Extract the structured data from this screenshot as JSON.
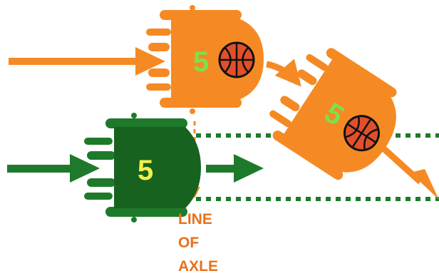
{
  "colors": {
    "orange": "#f58a24",
    "green": "#1e7a2a",
    "dark_green": "#17621f",
    "number_green": "#7ee04a",
    "number_yellow": "#f4f04a",
    "ball_red": "#e0502a",
    "label_orange": "#e8711c",
    "background": "#ffffff"
  },
  "wheelchairs": [
    {
      "id": "orange-top",
      "number": "5",
      "color": "orange",
      "has_ball": true
    },
    {
      "id": "orange-right",
      "number": "5",
      "color": "orange",
      "has_ball": true
    },
    {
      "id": "green-left",
      "number": "5",
      "color": "green",
      "has_ball": false
    }
  ],
  "label": {
    "line1": "LINE",
    "line2": "OF",
    "line3": "AXLE"
  },
  "icons": {
    "ball": "basketball-icon",
    "arrow": "arrow-icon"
  }
}
